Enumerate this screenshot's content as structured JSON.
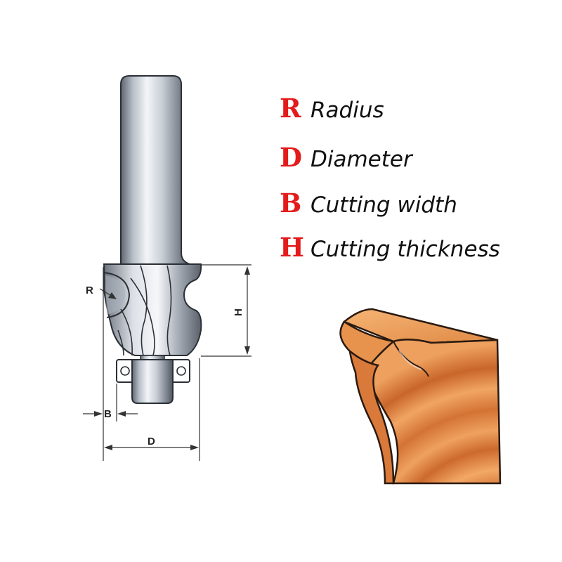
{
  "colors": {
    "accent_letter": "#e31b1b",
    "term_text": "#111111",
    "wood_light": "#f4a866",
    "wood_dark": "#c8662a",
    "wood_outline": "#2a1a10",
    "steel_light": "#eef1f5",
    "steel_dark": "#4e5560"
  },
  "legend": [
    {
      "letter": "R",
      "term": "Radius"
    },
    {
      "letter": "D",
      "term": "Diameter"
    },
    {
      "letter": "B",
      "term": "Cutting width"
    },
    {
      "letter": "H",
      "term": "Cutting thickness"
    }
  ],
  "dimension_labels": {
    "radius": "R",
    "height": "H",
    "width": "B",
    "diameter": "D"
  }
}
